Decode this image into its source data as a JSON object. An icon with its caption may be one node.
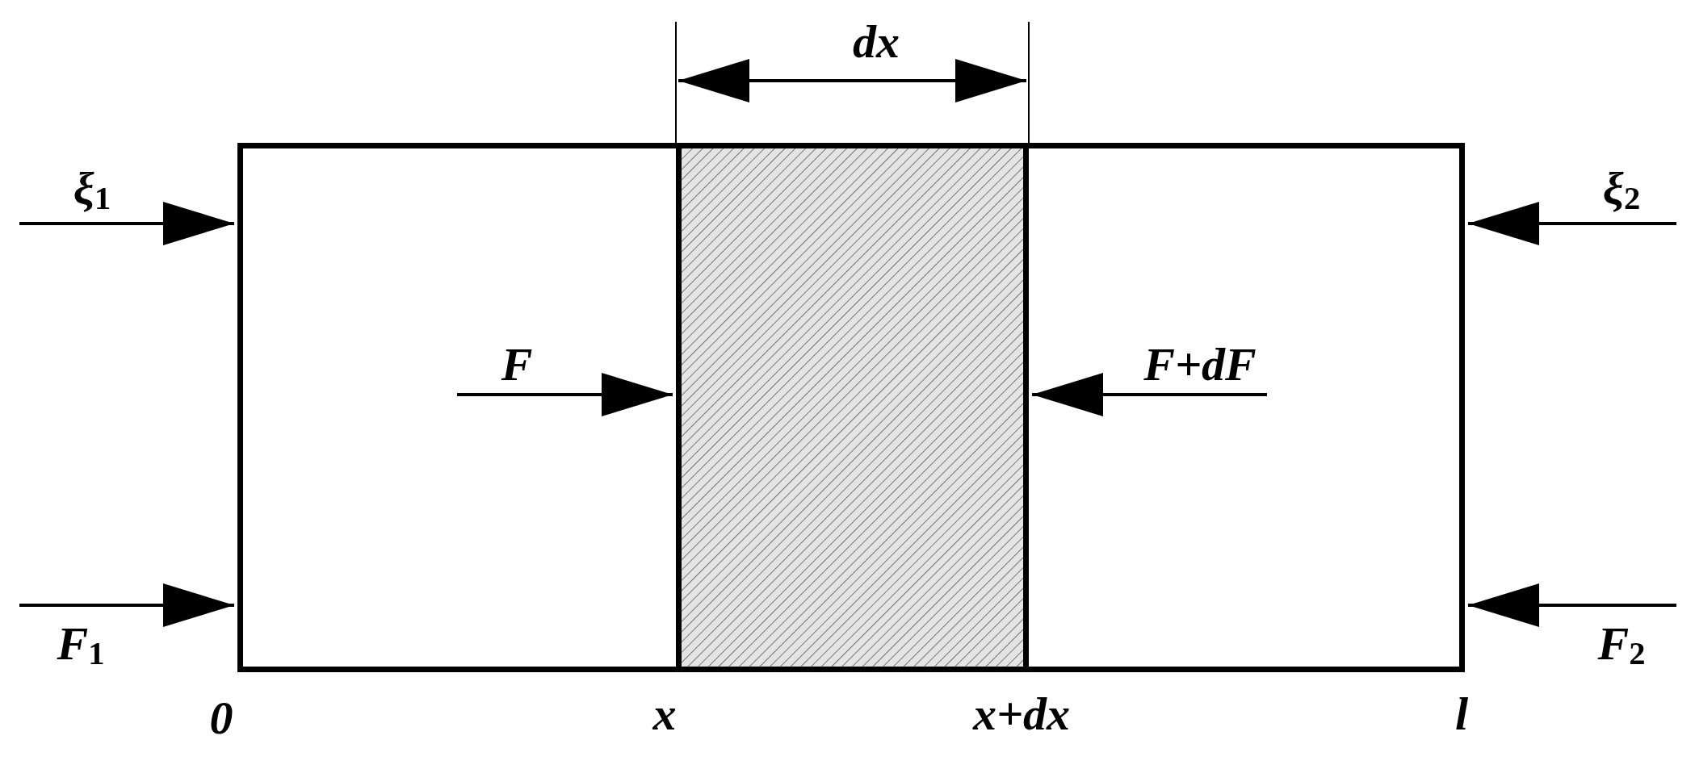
{
  "diagram": {
    "nodes": [
      {
        "text": [],
        "shape": "box"
      },
      {
        "text": [],
        "shape": "hatched-box",
        "in": 0
      }
    ],
    "edges": [],
    "labels": [
      "dx",
      "ξ$_{1}$",
      "ξ$_{2}$",
      "F",
      "F+dF",
      "F$_{1}$",
      "F$_{2}$",
      "0",
      "x",
      "x+dx",
      "l"
    ]
  }
}
